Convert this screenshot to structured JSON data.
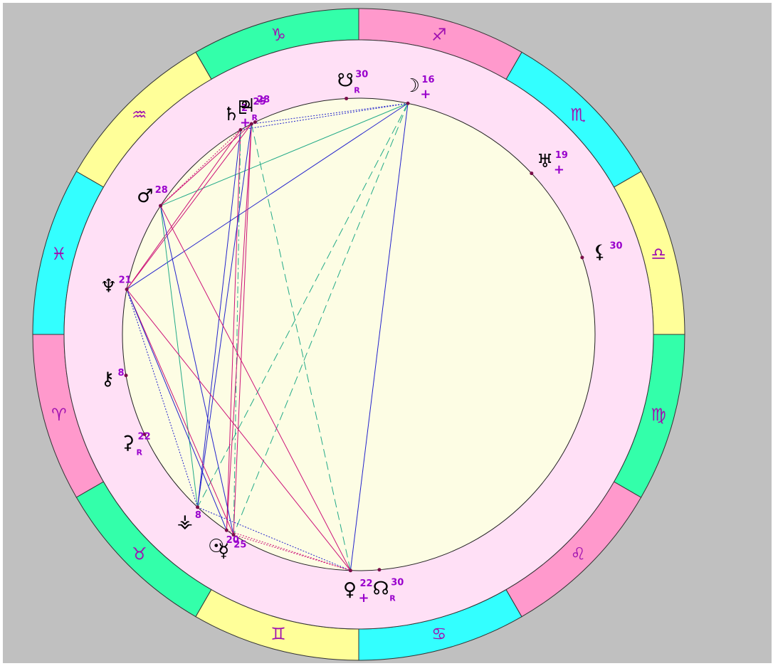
{
  "zodiac_signs": [
    {
      "name": "Aries",
      "symbol": "♈",
      "color": "#ff99cc"
    },
    {
      "name": "Taurus",
      "symbol": "♉",
      "color": "#33ffaa"
    },
    {
      "name": "Gemini",
      "symbol": "♊",
      "color": "#ffff99"
    },
    {
      "name": "Cancer",
      "symbol": "♋",
      "color": "#33ffff"
    },
    {
      "name": "Leo",
      "symbol": "♌",
      "color": "#ff99cc"
    },
    {
      "name": "Virgo",
      "symbol": "♍",
      "color": "#33ffaa"
    },
    {
      "name": "Libra",
      "symbol": "♎",
      "color": "#ffff99"
    },
    {
      "name": "Scorpio",
      "symbol": "♏",
      "color": "#33ffff"
    },
    {
      "name": "Sagittarius",
      "symbol": "♐",
      "color": "#ff99cc"
    },
    {
      "name": "Capricorn",
      "symbol": "♑",
      "color": "#33ffaa"
    },
    {
      "name": "Aquarius",
      "symbol": "♒",
      "color": "#ffff99"
    },
    {
      "name": "Pisces",
      "symbol": "♓",
      "color": "#33ffff"
    }
  ],
  "planets": [
    {
      "id": "moon",
      "symbol": "☽",
      "degree": "16",
      "mark": "+"
    },
    {
      "id": "uranus",
      "symbol": "♅",
      "degree": "19",
      "mark": "+"
    },
    {
      "id": "lilith",
      "symbol": "⚸",
      "degree": "30",
      "mark": ""
    },
    {
      "id": "venus",
      "symbol": "♀",
      "degree": "22",
      "mark": "+"
    },
    {
      "id": "north-node",
      "symbol": "☊",
      "degree": "30",
      "mark": "R"
    },
    {
      "id": "mercury",
      "symbol": "☿",
      "degree": "25",
      "mark": ""
    },
    {
      "id": "sun",
      "symbol": "☉",
      "degree": "20",
      "mark": ""
    },
    {
      "id": "vesta",
      "symbol": "⚶",
      "degree": "8",
      "mark": ""
    },
    {
      "id": "ceres",
      "symbol": "⚳",
      "degree": "22",
      "mark": "R"
    },
    {
      "id": "chiron",
      "symbol": "⚷",
      "degree": "8",
      "mark": ""
    },
    {
      "id": "neptune",
      "symbol": "♆",
      "degree": "21",
      "mark": ""
    },
    {
      "id": "mars",
      "symbol": "♂",
      "degree": "28",
      "mark": ""
    },
    {
      "id": "saturn",
      "symbol": "♄",
      "degree": "2",
      "mark": "+"
    },
    {
      "id": "pluto",
      "symbol": "♇",
      "degree": "25",
      "mark": "R"
    },
    {
      "id": "jupiter",
      "symbol": "♃",
      "degree": "28",
      "mark": ""
    },
    {
      "id": "south-node",
      "symbol": "☋",
      "degree": "30",
      "mark": "R"
    }
  ],
  "aspects": [
    {
      "from": "moon",
      "to": "saturn",
      "color": "#2222cc",
      "style": "dotted"
    },
    {
      "from": "moon",
      "to": "pluto",
      "color": "#2222cc",
      "style": "dotted"
    },
    {
      "from": "moon",
      "to": "mars",
      "color": "#22aa88",
      "style": "solid"
    },
    {
      "from": "moon",
      "to": "neptune",
      "color": "#2222cc",
      "style": "solid"
    },
    {
      "from": "moon",
      "to": "venus",
      "color": "#2222cc",
      "style": "solid"
    },
    {
      "from": "moon",
      "to": "vesta",
      "color": "#22aa88",
      "style": "dashed"
    },
    {
      "from": "moon",
      "to": "mercury",
      "color": "#22aa88",
      "style": "dashed"
    },
    {
      "from": "saturn",
      "to": "mars",
      "color": "#cc1177",
      "style": "dotted"
    },
    {
      "from": "saturn",
      "to": "neptune",
      "color": "#cc1177",
      "style": "solid"
    },
    {
      "from": "saturn",
      "to": "vesta",
      "color": "#2222cc",
      "style": "solid"
    },
    {
      "from": "saturn",
      "to": "sun",
      "color": "#cc1177",
      "style": "solid"
    },
    {
      "from": "saturn",
      "to": "mercury",
      "color": "#22aa88",
      "style": "dashdot"
    },
    {
      "from": "pluto",
      "to": "mars",
      "color": "#cc1177",
      "style": "solid"
    },
    {
      "from": "pluto",
      "to": "neptune",
      "color": "#cc1177",
      "style": "solid"
    },
    {
      "from": "pluto",
      "to": "sun",
      "color": "#cc1177",
      "style": "solid"
    },
    {
      "from": "pluto",
      "to": "mercury",
      "color": "#cc1177",
      "style": "solid"
    },
    {
      "from": "pluto",
      "to": "venus",
      "color": "#22aa88",
      "style": "dashed"
    },
    {
      "from": "pluto",
      "to": "vesta",
      "color": "#2222cc",
      "style": "solid"
    },
    {
      "from": "mars",
      "to": "vesta",
      "color": "#22aa88",
      "style": "solid"
    },
    {
      "from": "mars",
      "to": "mercury",
      "color": "#2222cc",
      "style": "solid"
    },
    {
      "from": "mars",
      "to": "venus",
      "color": "#cc1177",
      "style": "solid"
    },
    {
      "from": "neptune",
      "to": "vesta",
      "color": "#2222cc",
      "style": "dotted"
    },
    {
      "from": "neptune",
      "to": "mercury",
      "color": "#cc1177",
      "style": "solid"
    },
    {
      "from": "neptune",
      "to": "venus",
      "color": "#cc1177",
      "style": "solid"
    },
    {
      "from": "neptune",
      "to": "sun",
      "color": "#2222cc",
      "style": "solid"
    },
    {
      "from": "vesta",
      "to": "venus",
      "color": "#2222cc",
      "style": "dotted"
    },
    {
      "from": "sun",
      "to": "venus",
      "color": "#cc1177",
      "style": "dotted"
    },
    {
      "from": "mercury",
      "to": "venus",
      "color": "#cc1177",
      "style": "dotted"
    }
  ],
  "colors": {
    "background": "#c0c0c0",
    "house_ring": "#ffe0f6",
    "inner_disc": "#fdfde4",
    "sign_glyph": "#a010b0",
    "degree_text": "#9900cc",
    "planet_glyph": "#000000",
    "dot": "#7a0d4a"
  }
}
